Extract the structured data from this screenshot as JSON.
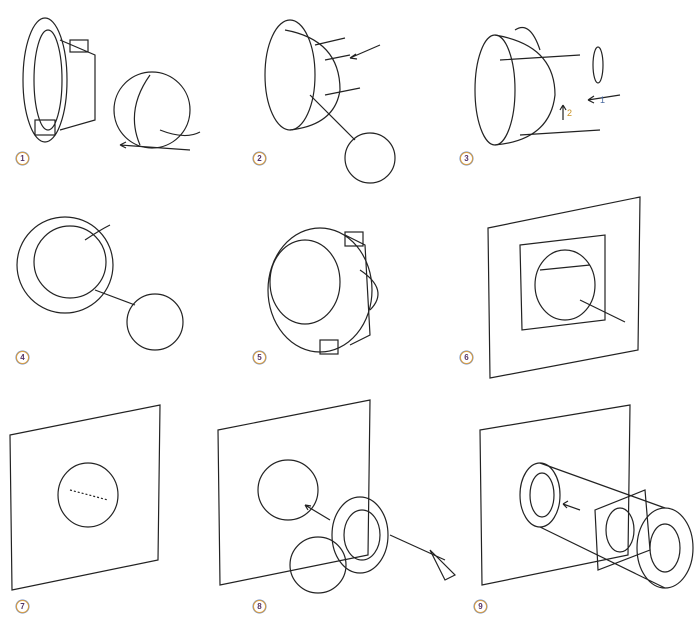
{
  "steps": [
    {
      "number": "1"
    },
    {
      "number": "2"
    },
    {
      "number": "3"
    },
    {
      "number": "4"
    },
    {
      "number": "5"
    },
    {
      "number": "6"
    },
    {
      "number": "7"
    },
    {
      "number": "8"
    },
    {
      "number": "9"
    }
  ],
  "step3_labels": {
    "first": "1",
    "second": "2"
  },
  "colors": {
    "line": "#222222",
    "badge_ring": "#e0a040"
  }
}
